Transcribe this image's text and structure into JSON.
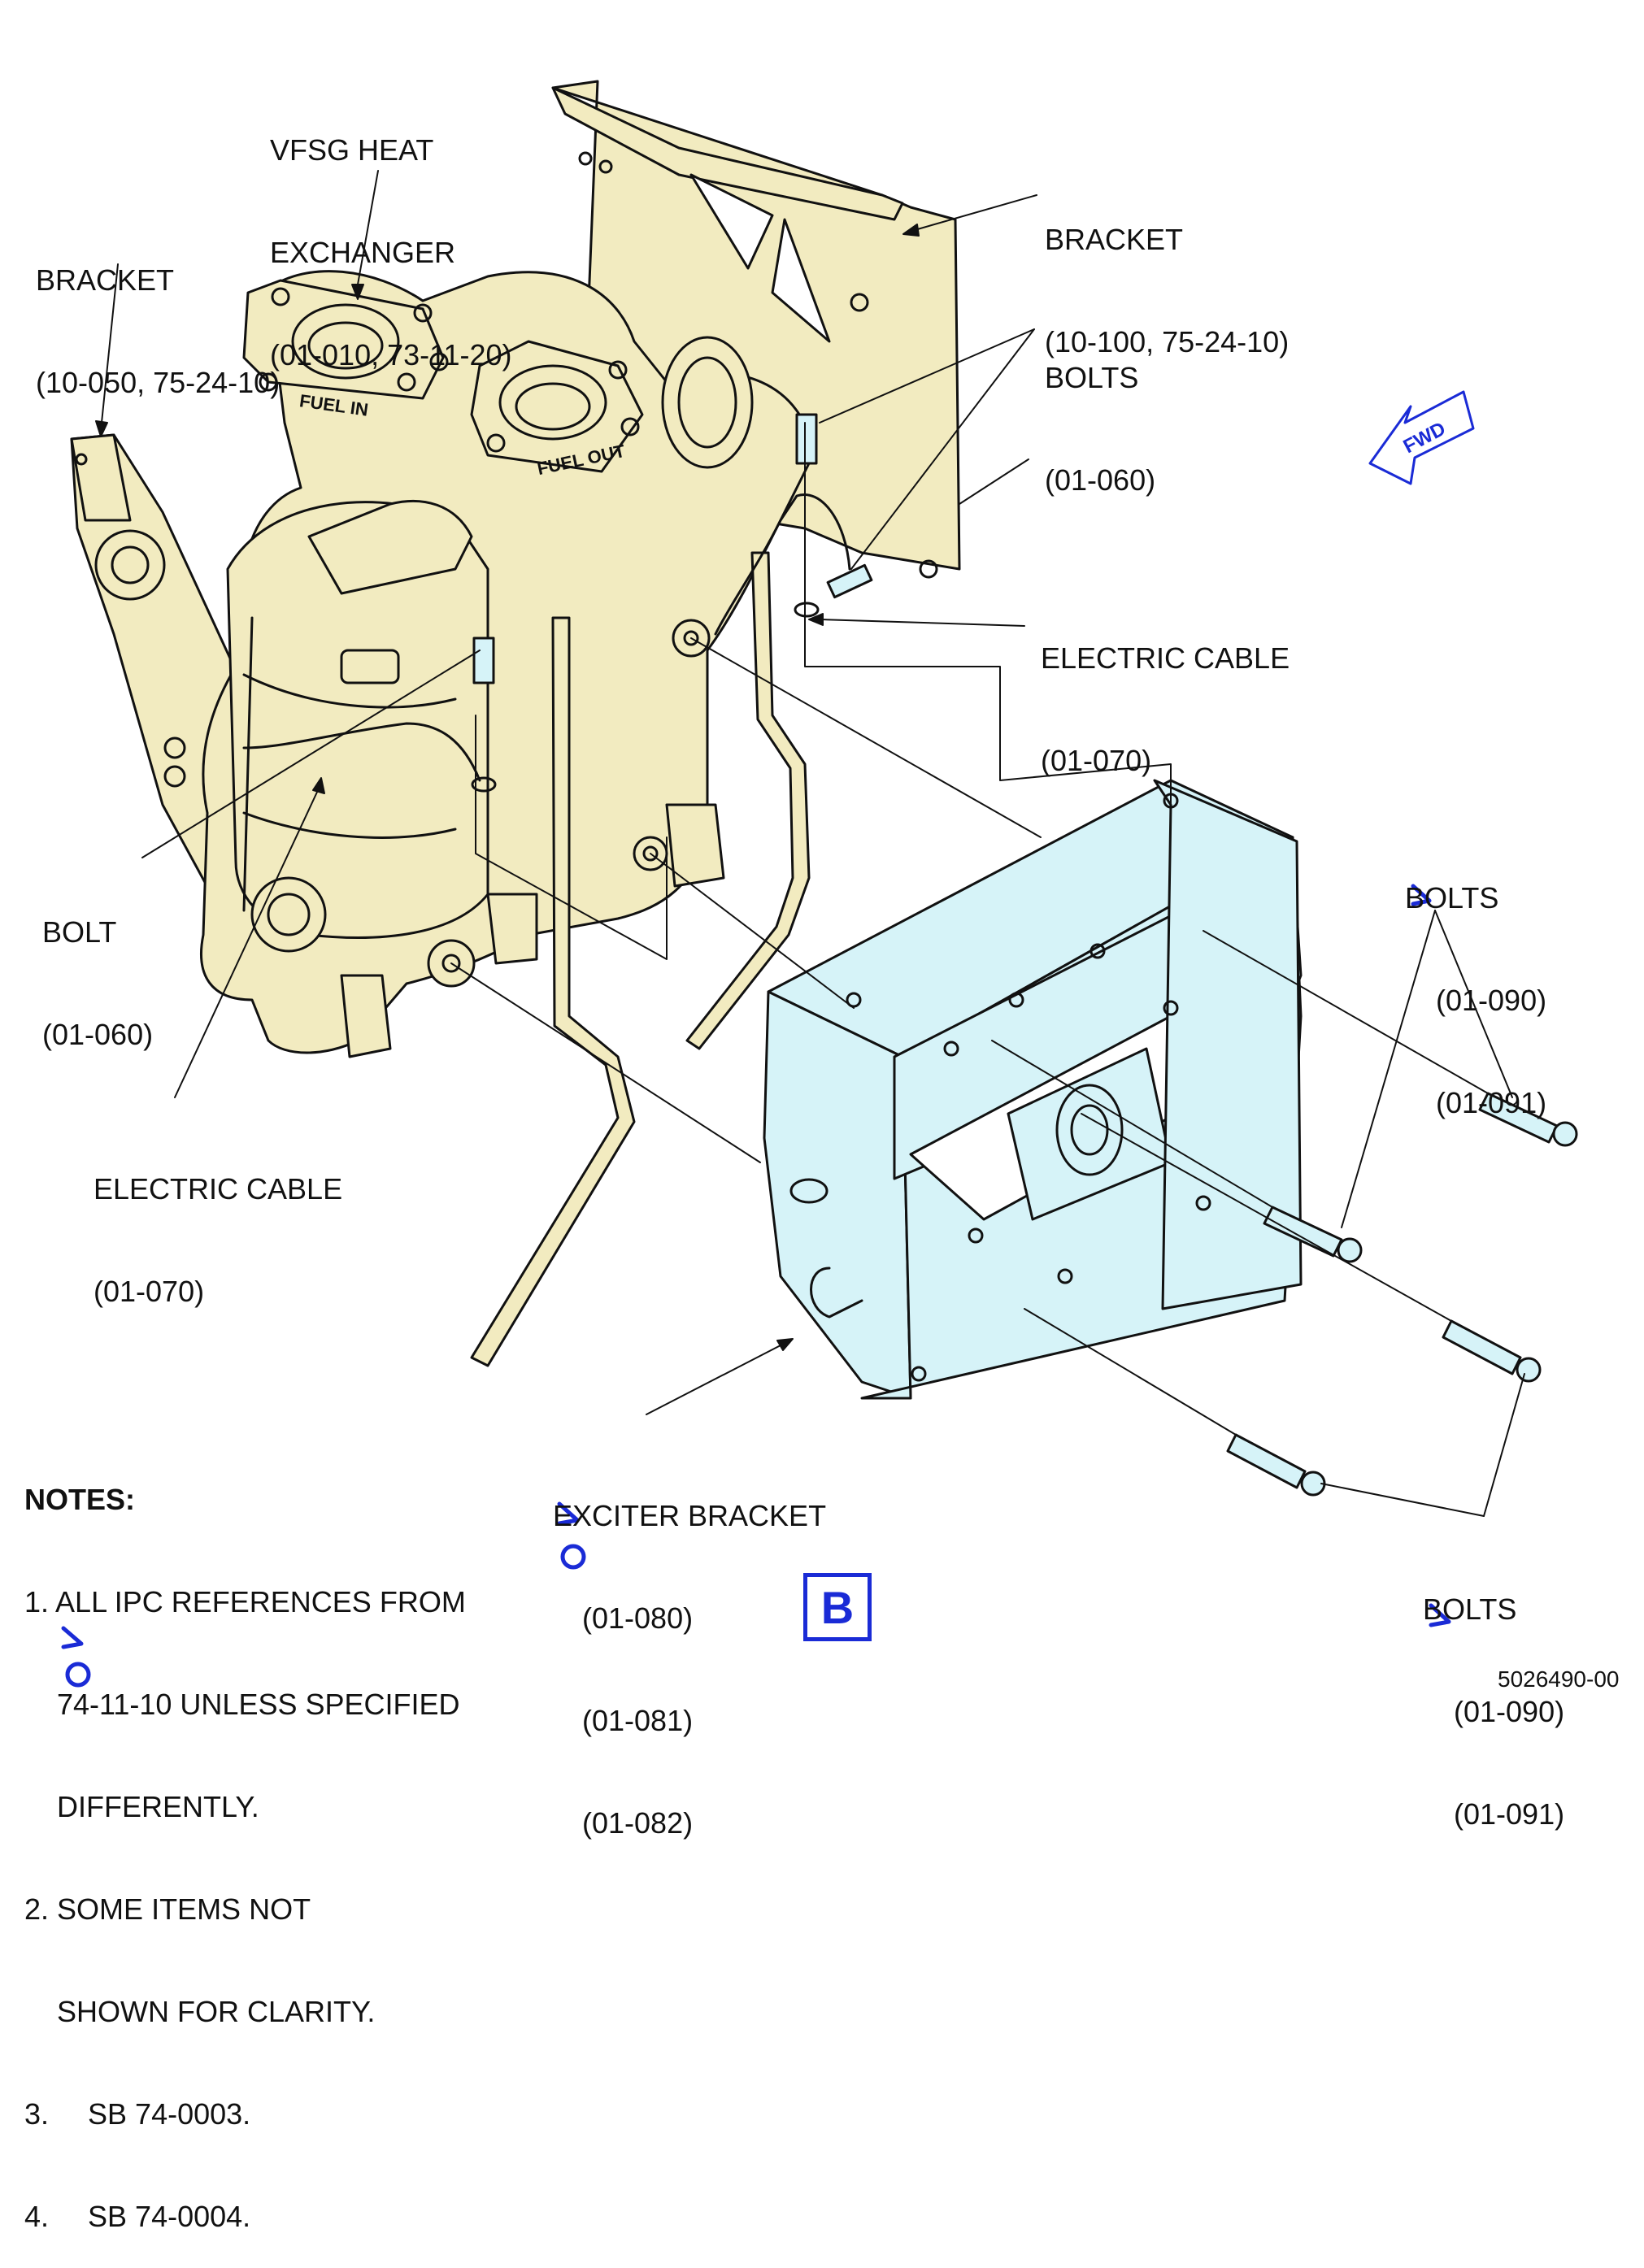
{
  "figure": {
    "view_label": "B",
    "figure_number": "5026490-00",
    "fwd_label": "FWD",
    "part_markings": {
      "fuel_in": "FUEL IN",
      "fuel_out": "FUEL OUT"
    }
  },
  "callouts": {
    "vfsg_heat_exchanger": {
      "line1": "VFSG HEAT",
      "line2": "EXCHANGER",
      "ref": "(01-010, 73-11-20)"
    },
    "bracket_left": {
      "name": "BRACKET",
      "ref": "(10-050, 75-24-10)"
    },
    "bracket_right": {
      "name": "BRACKET",
      "ref": "(10-100, 75-24-10)"
    },
    "bolts_top": {
      "name": "BOLTS",
      "ref": "(01-060)"
    },
    "electric_cable_right": {
      "name": "ELECTRIC CABLE",
      "ref": "(01-070)"
    },
    "bolt_left": {
      "name": "BOLT",
      "ref": "(01-060)"
    },
    "electric_cable_left": {
      "name": "ELECTRIC CABLE",
      "ref": "(01-070)"
    },
    "bolts_right_upper": {
      "name": "BOLTS",
      "ref1": "(01-090)",
      "ref2": "(01-091)"
    },
    "bolts_right_lower": {
      "name": "BOLTS",
      "ref1": "(01-090)",
      "ref2": "(01-091)"
    },
    "exciter_bracket": {
      "name": "EXCITER BRACKET",
      "ref1": "(01-080)",
      "ref2": "(01-081)",
      "ref3": "(01-082)"
    }
  },
  "notes": {
    "title": "NOTES:",
    "items": [
      {
        "num": "1.",
        "line1": "ALL IPC REFERENCES FROM",
        "line2": "74-11-10 UNLESS SPECIFIED",
        "line3": "DIFFERENTLY."
      },
      {
        "num": "2.",
        "line1": "SOME ITEMS NOT",
        "line2": "SHOWN FOR CLARITY."
      },
      {
        "num": "3.",
        "line1": "SB 74-0003."
      },
      {
        "num": "4.",
        "line1": "SB 74-0004."
      }
    ]
  },
  "colors": {
    "engine_fill": "#f2ebc0",
    "bracket_fill": "#d6f3f8",
    "accent_blue": "#1a2bd6",
    "ink": "#111111"
  }
}
